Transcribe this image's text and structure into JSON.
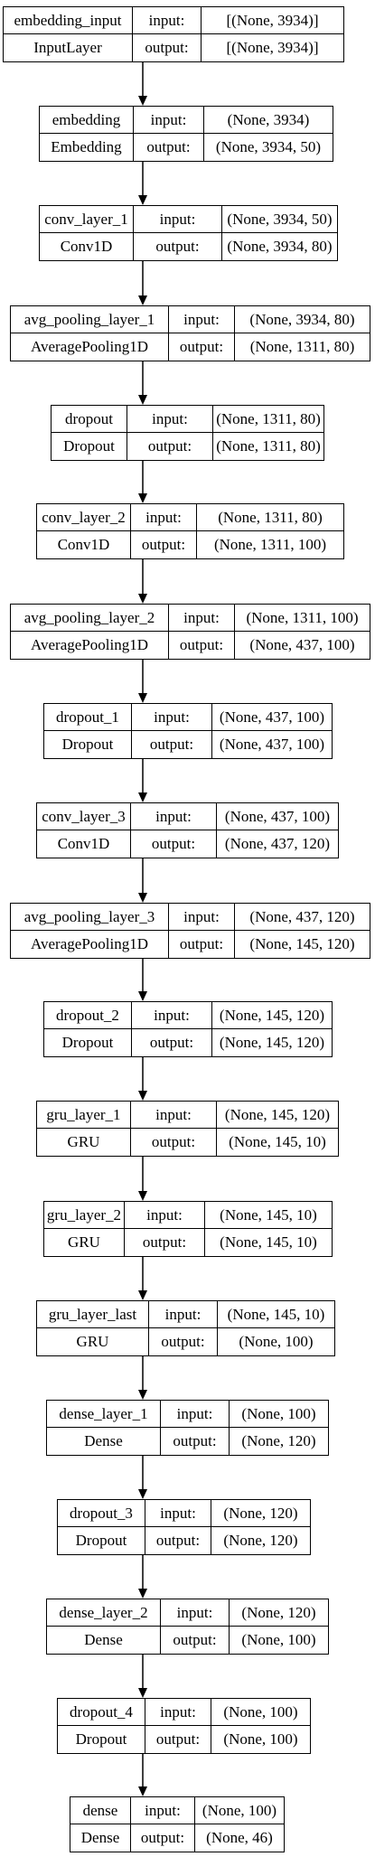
{
  "labels": {
    "input": "input:",
    "output": "output:"
  },
  "layers": [
    {
      "name": "embedding_input",
      "type": "InputLayer",
      "input_shape": "[(None, 3934)]",
      "output_shape": "[(None, 3934)]"
    },
    {
      "name": "embedding",
      "type": "Embedding",
      "input_shape": "(None, 3934)",
      "output_shape": "(None, 3934, 50)"
    },
    {
      "name": "conv_layer_1",
      "type": "Conv1D",
      "input_shape": "(None, 3934, 50)",
      "output_shape": "(None, 3934, 80)"
    },
    {
      "name": "avg_pooling_layer_1",
      "type": "AveragePooling1D",
      "input_shape": "(None, 3934, 80)",
      "output_shape": "(None, 1311, 80)"
    },
    {
      "name": "dropout",
      "type": "Dropout",
      "input_shape": "(None, 1311, 80)",
      "output_shape": "(None, 1311, 80)"
    },
    {
      "name": "conv_layer_2",
      "type": "Conv1D",
      "input_shape": "(None, 1311, 80)",
      "output_shape": "(None, 1311, 100)"
    },
    {
      "name": "avg_pooling_layer_2",
      "type": "AveragePooling1D",
      "input_shape": "(None, 1311, 100)",
      "output_shape": "(None, 437, 100)"
    },
    {
      "name": "dropout_1",
      "type": "Dropout",
      "input_shape": "(None, 437, 100)",
      "output_shape": "(None, 437, 100)"
    },
    {
      "name": "conv_layer_3",
      "type": "Conv1D",
      "input_shape": "(None, 437, 100)",
      "output_shape": "(None, 437, 120)"
    },
    {
      "name": "avg_pooling_layer_3",
      "type": "AveragePooling1D",
      "input_shape": "(None, 437, 120)",
      "output_shape": "(None, 145, 120)"
    },
    {
      "name": "dropout_2",
      "type": "Dropout",
      "input_shape": "(None, 145, 120)",
      "output_shape": "(None, 145, 120)"
    },
    {
      "name": "gru_layer_1",
      "type": "GRU",
      "input_shape": "(None, 145, 120)",
      "output_shape": "(None, 145, 10)"
    },
    {
      "name": "gru_layer_2",
      "type": "GRU",
      "input_shape": "(None, 145, 10)",
      "output_shape": "(None, 145, 10)"
    },
    {
      "name": "gru_layer_last",
      "type": "GRU",
      "input_shape": "(None, 145, 10)",
      "output_shape": "(None, 100)"
    },
    {
      "name": "dense_layer_1",
      "type": "Dense",
      "input_shape": "(None, 100)",
      "output_shape": "(None, 120)"
    },
    {
      "name": "dropout_3",
      "type": "Dropout",
      "input_shape": "(None, 120)",
      "output_shape": "(None, 120)"
    },
    {
      "name": "dense_layer_2",
      "type": "Dense",
      "input_shape": "(None, 120)",
      "output_shape": "(None, 100)"
    },
    {
      "name": "dropout_4",
      "type": "Dropout",
      "input_shape": "(None, 100)",
      "output_shape": "(None, 100)"
    },
    {
      "name": "dense",
      "type": "Dense",
      "input_shape": "(None, 100)",
      "output_shape": "(None, 46)"
    }
  ]
}
